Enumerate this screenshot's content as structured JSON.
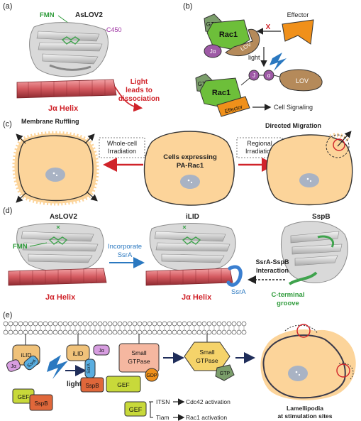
{
  "panel_a": {
    "label": "(a)",
    "title": "AsLOV2",
    "fmn": "FMN",
    "c450": "C450",
    "helix": "Jα Helix",
    "light_note_1": "Light",
    "light_note_2": "leads to",
    "light_note_3": "dissociation"
  },
  "panel_b": {
    "label": "(b)",
    "gtp": "GTP",
    "rac1": "Rac1",
    "ja": "Jα",
    "lov": "LOV",
    "effector": "Effector",
    "blocked": "X",
    "light": "light",
    "gtp2": "GTP",
    "rac1_2": "Rac1",
    "j": "J",
    "a": "α",
    "lov2": "LOV",
    "effector2": "Effector",
    "signaling": "Cell Signaling"
  },
  "panel_c": {
    "label": "(c)",
    "left_title": "Membrane Ruffling",
    "right_title": "Directed Migration",
    "whole_1": "Whole-cell",
    "whole_2": "Irradiation",
    "regional_1": "Regional",
    "regional_2": "Irradiation",
    "center_1": "Cells expressing",
    "center_2": "PA-Rac1"
  },
  "panel_d": {
    "label": "(d)",
    "aslov2": "AsLOV2",
    "fmn": "FMN",
    "helix_1": "Jα Helix",
    "incorporate_1": "Incorporate",
    "incorporate_2": "SsrA",
    "ilid": "iLID",
    "helix_2": "Jα Helix",
    "ssra": "SsrA",
    "sspb": "SspB",
    "interaction_1": "SsrA-SspB",
    "interaction_2": "Interaction",
    "groove_1": "C-terminal",
    "groove_2": "groove"
  },
  "panel_e": {
    "label": "(e)",
    "ilid": "iLID",
    "ja": "Jα",
    "ssra": "SsrA",
    "gef": "GEF",
    "sspb": "SspB",
    "light": "light",
    "ilid2": "iLID",
    "ja2": "Jα",
    "ssra2": "SsrA",
    "sspb2": "SspB",
    "small_gtpase_1": "Small",
    "small_gtpase_2": "GTPase",
    "gdp": "GDP",
    "gef2": "GEF",
    "small_gtpase_3": "Small",
    "small_gtpase_4": "GTPase",
    "gtp": "GTP",
    "gef_legend": "GEF",
    "itsn": "ITSN",
    "cdc42": "Cdc42 activation",
    "tiam": "Tiam",
    "rac1": "Rac1 activation",
    "lamellipodia_1": "Lamellipodia",
    "lamellipodia_2": "at stimulation sites"
  },
  "colors": {
    "cell": "#fcd49a",
    "helix": "#d4595f",
    "gtp": "#7b9e6b",
    "rac1": "#6dbf3a",
    "lov": "#b58a5a",
    "ja": "#9e5aa6",
    "effector": "#f0901a",
    "ilid": "#f0c27a",
    "ssra_blue": "#5aaee0",
    "sspb": "#e0673a",
    "gef": "#c8d93a",
    "small_gtpase": "#f5b7a0",
    "red": "#d0232a",
    "green_label": "#2e9b3a",
    "purple_label": "#9b2fa0",
    "blue_label": "#2a78c0"
  }
}
